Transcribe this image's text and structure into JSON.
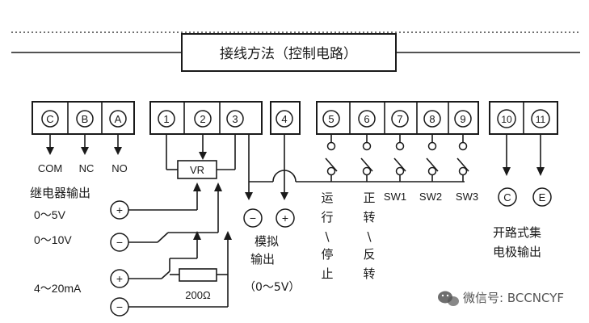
{
  "title": "接线方法（控制电路）",
  "relay": {
    "terminals": [
      "C",
      "B",
      "A"
    ],
    "labels": [
      "COM",
      "NC",
      "NO"
    ],
    "caption": "继电器输出",
    "ranges": [
      "0～5V",
      "0～10V",
      "4～20mA"
    ]
  },
  "pot": {
    "terminals": [
      "1",
      "2",
      "3"
    ],
    "label": "VR"
  },
  "resistor": "200Ω",
  "analog": {
    "terminal": "4",
    "label_line1": "模拟",
    "label_line2": "输出",
    "range": "（0～5V）"
  },
  "switches": {
    "terminals": [
      "5",
      "6",
      "7",
      "8",
      "9"
    ],
    "run_stop": [
      "运",
      "行",
      "\\",
      "停",
      "止"
    ],
    "fwd_rev": [
      "正",
      "转",
      "\\",
      "反",
      "转"
    ],
    "sw_labels": [
      "SW1",
      "SW2",
      "SW3"
    ]
  },
  "open_collector": {
    "terminals": [
      "10",
      "11"
    ],
    "outputs": [
      "C",
      "E"
    ],
    "label_line1": "开路式集",
    "label_line2": "电极输出"
  },
  "polarity": {
    "plus": "+",
    "minus": "−"
  },
  "watermark": "微信号: BCCNCYF"
}
